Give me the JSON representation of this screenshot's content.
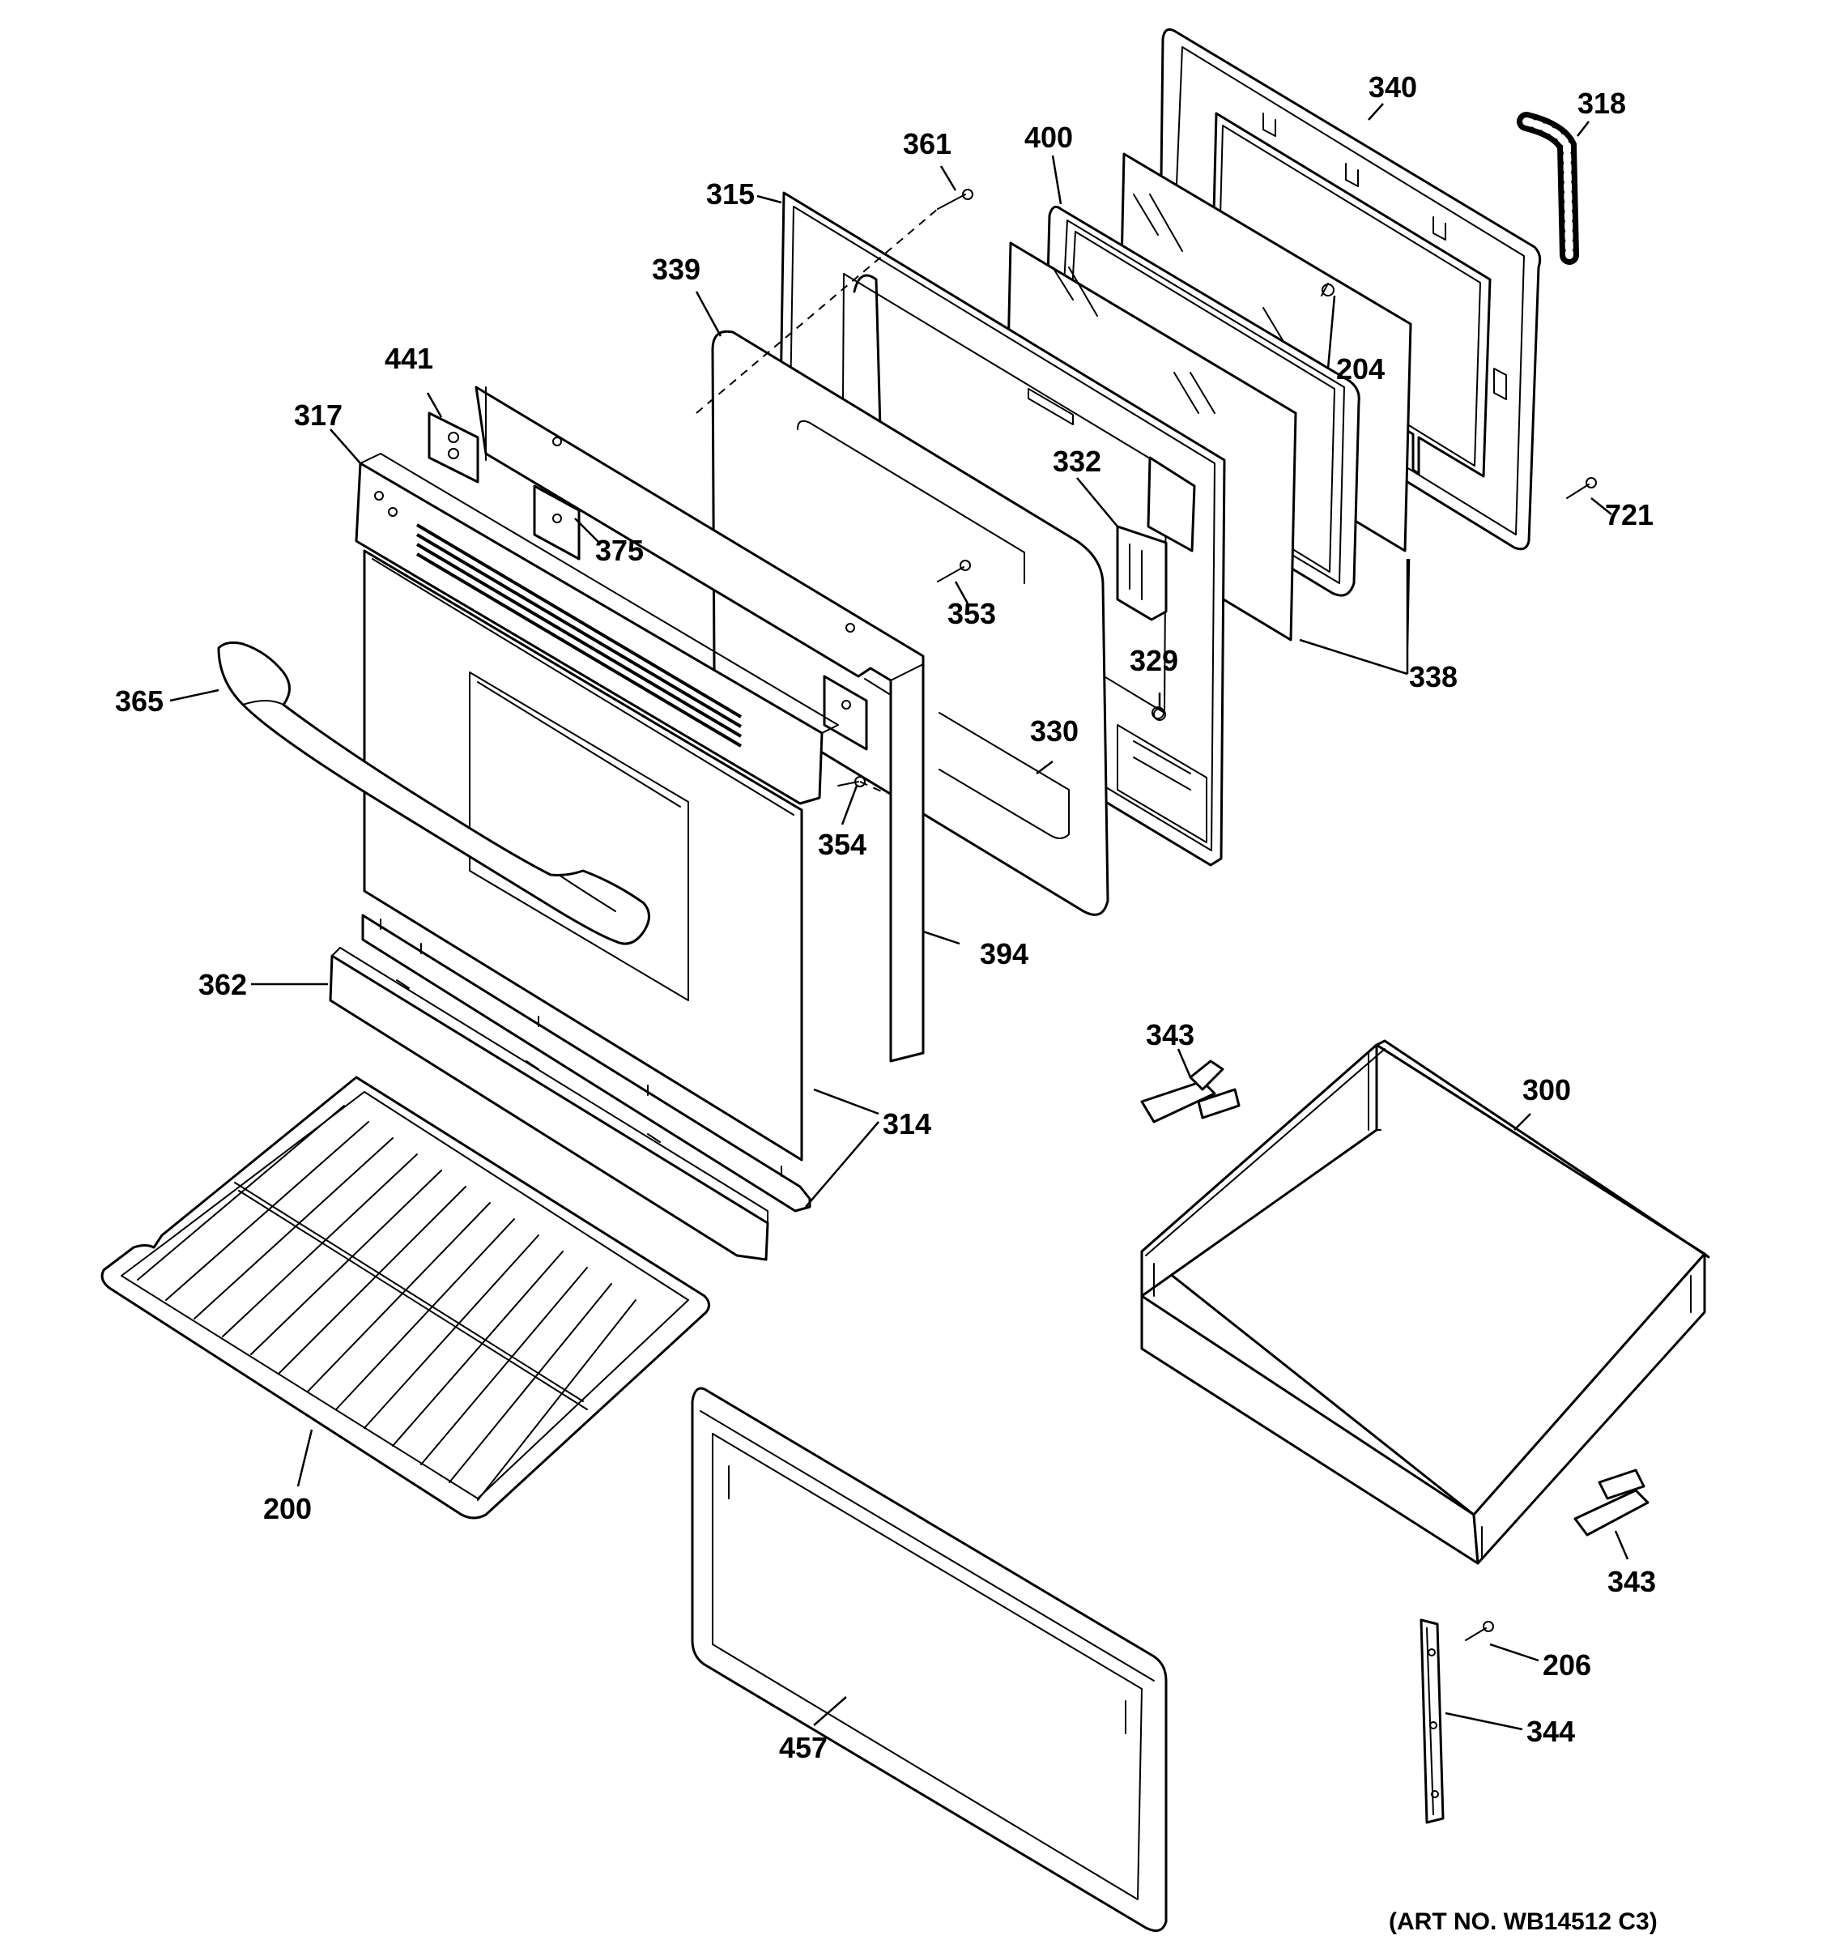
{
  "labels": {
    "l340": "340",
    "l318": "318",
    "l361": "361",
    "l400": "400",
    "l315": "315",
    "l339": "339",
    "l204": "204",
    "l441": "441",
    "l317": "317",
    "l332": "332",
    "l721": "721",
    "l375": "375",
    "l353": "353",
    "l329": "329",
    "l338": "338",
    "l365": "365",
    "l330": "330",
    "l354": "354",
    "l394": "394",
    "l362": "362",
    "l343a": "343",
    "l300": "300",
    "l314": "314",
    "l200": "200",
    "l343b": "343",
    "l206": "206",
    "l344": "344",
    "l457": "457"
  },
  "art_number": "(ART NO. WB14512 C3)"
}
